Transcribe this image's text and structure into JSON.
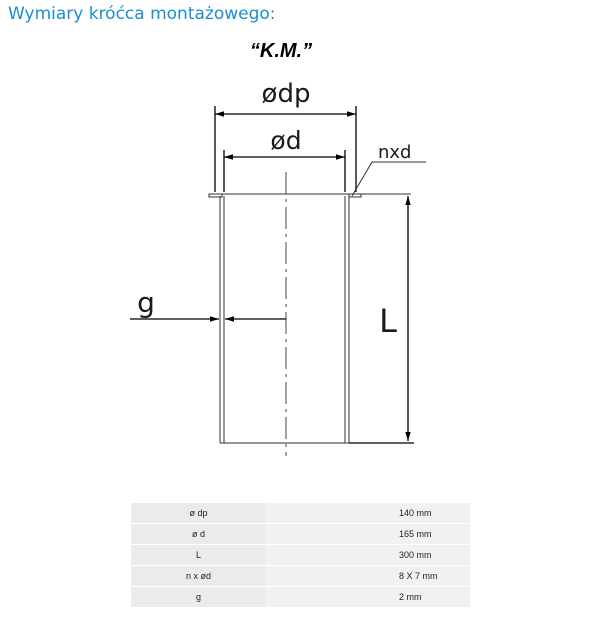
{
  "header": {
    "title": "Wymiary króćca montażowego:"
  },
  "diagram": {
    "name": "“K.M.”",
    "labels": {
      "dp": "ødp",
      "d": "ød",
      "nxd": "nxd",
      "g": "g",
      "L": "L"
    }
  },
  "table": {
    "rows": [
      {
        "label": "ø dp",
        "value": "140 mm"
      },
      {
        "label": "ø d",
        "value": "165 mm"
      },
      {
        "label": "L",
        "value": "300 mm"
      },
      {
        "label": "n x ød",
        "value": "8 X 7 mm"
      },
      {
        "label": "g",
        "value": "2 mm"
      }
    ]
  }
}
